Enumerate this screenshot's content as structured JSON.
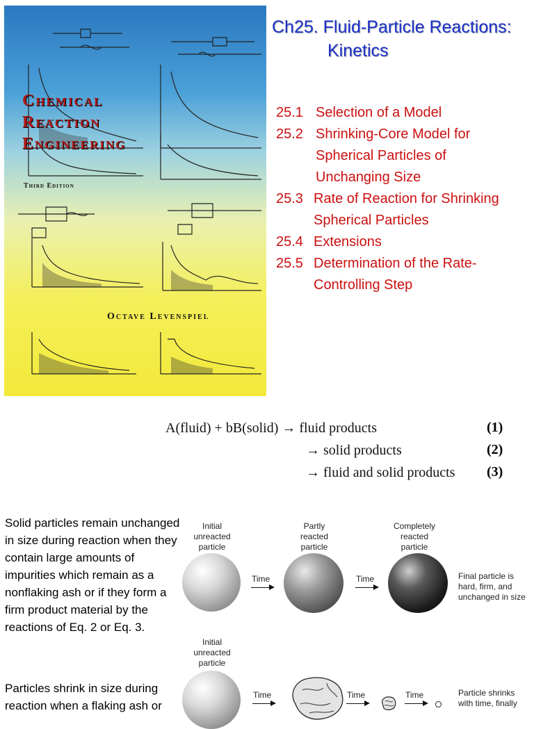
{
  "cover": {
    "title_lines": [
      "Chemical",
      "Reaction",
      "Engineering"
    ],
    "edition": "Third Edition",
    "author": "Octave Levenspiel"
  },
  "chapter": {
    "title_line1": "Ch25. Fluid-Particle Reactions:",
    "title_line2": "Kinetics"
  },
  "toc": [
    {
      "num": "25.1",
      "lines": [
        "Selection of a Model"
      ]
    },
    {
      "num": "25.2",
      "lines": [
        "Shrinking-Core Model for",
        "Spherical Particles of",
        "Unchanging Size"
      ]
    },
    {
      "num": "25.3",
      "lines": [
        "Rate of Reaction for Shrinking",
        "Spherical Particles"
      ]
    },
    {
      "num": "25.4",
      "lines": [
        "Extensions"
      ]
    },
    {
      "num": "25.5",
      "lines": [
        "Determination of the Rate-",
        "Controlling Step"
      ]
    }
  ],
  "equations": [
    {
      "text": "A(fluid) + bB(solid) → fluid products",
      "num": "(1)"
    },
    {
      "text": "→ solid products",
      "num": "(2)"
    },
    {
      "text": "→ fluid and solid products",
      "num": "(3)"
    }
  ],
  "paragraphs": {
    "unchanged": [
      "Solid particles remain unchanged",
      "in size during reaction when they",
      "contain large amounts of",
      "impurities which remain as a",
      "nonflaking ash or if they form a",
      "firm product material by the",
      "reactions of Eq. 2 or Eq. 3."
    ],
    "shrink": [
      "Particles shrink in size during",
      "reaction when a flaking ash or"
    ]
  },
  "diagram": {
    "row1": {
      "labels": [
        [
          "Initial",
          "unreacted",
          "particle"
        ],
        [
          "Partly",
          "reacted",
          "particle"
        ],
        [
          "Completely",
          "reacted",
          "particle"
        ]
      ],
      "time": "Time",
      "final": [
        "Final particle is",
        "hard, firm, and",
        "unchanged in size"
      ]
    },
    "row2": {
      "labels": [
        [
          "Initial",
          "unreacted",
          "particle"
        ]
      ],
      "time": "Time",
      "final": [
        "Particle shrinks",
        "with time, finally"
      ]
    }
  }
}
